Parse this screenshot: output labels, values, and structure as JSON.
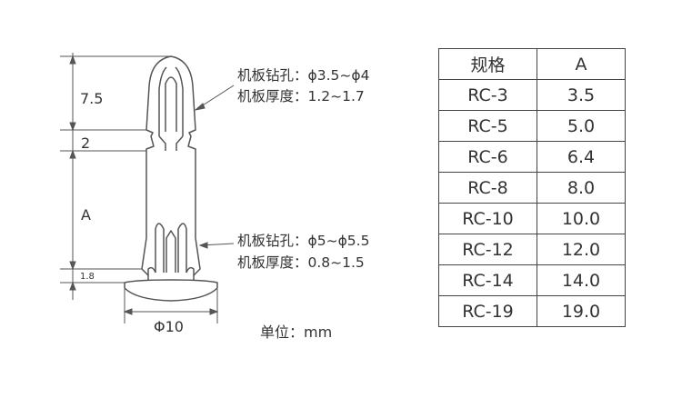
{
  "annotations": {
    "dim_top": "7.5",
    "dim_mid": "2",
    "dim_a": "A",
    "dim_base": "1.8",
    "dim_width": "Φ10",
    "callout_upper_line1": "机板钻孔：ϕ3.5~ϕ4",
    "callout_upper_line2": "机板厚度：1.2~1.7",
    "callout_lower_line1": "机板钻孔：ϕ5~ϕ5.5",
    "callout_lower_line2": "机板厚度：0.8~1.5",
    "unit": "单位：mm"
  },
  "table": {
    "headers": [
      "规格",
      "A"
    ],
    "rows": [
      [
        "RC-3",
        "3.5"
      ],
      [
        "RC-5",
        "5.0"
      ],
      [
        "RC-6",
        "6.4"
      ],
      [
        "RC-8",
        "8.0"
      ],
      [
        "RC-10",
        "10.0"
      ],
      [
        "RC-12",
        "12.0"
      ],
      [
        "RC-14",
        "14.0"
      ],
      [
        "RC-19",
        "19.0"
      ]
    ]
  },
  "colors": {
    "line": "#555555",
    "text": "#333333",
    "background": "#ffffff"
  }
}
